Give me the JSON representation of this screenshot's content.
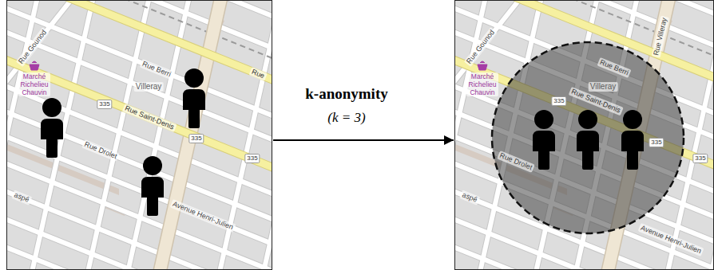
{
  "diagram": {
    "nodes": [
      {
        "text": [
          "Rue Gounod",
          "Rue Berri",
          "Villeray",
          "Rue",
          "Marché Richelieu Chauvin",
          "335",
          "Rue Saint-Denis",
          "335",
          "335",
          "Rue Drolet",
          "aspé",
          "Avenue Henri-Julien"
        ]
      },
      {
        "text": [
          "Rue Gounod",
          "Rue Villeray",
          "Rue Berri",
          "Villeray",
          "Marché Richelieu Chauvin",
          "335",
          "Rue Saint-Denis",
          "335",
          "335",
          "Rue Drolet",
          "aspé",
          "Avenue Henri-Julien"
        ]
      }
    ],
    "edges": [
      {
        "from": 0,
        "to": 1,
        "arrow": "to",
        "label": "k-anonymity"
      }
    ],
    "labels": [
      "(k = 3)"
    ]
  }
}
